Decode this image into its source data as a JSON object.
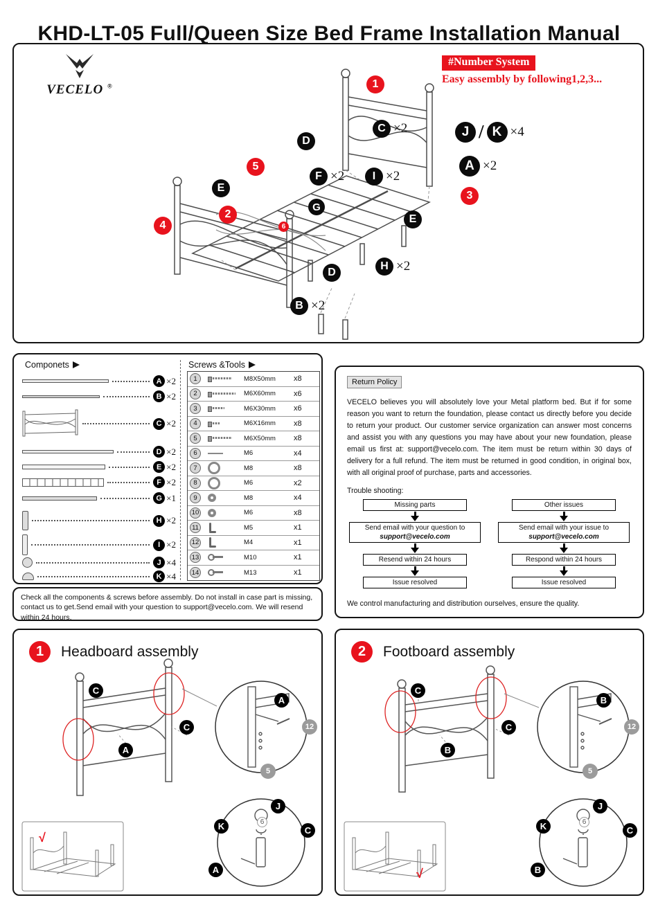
{
  "page": {
    "title": "KHD-LT-05  Full/Queen Size Bed Frame Installation Manual"
  },
  "overview": {
    "brand": "VECELO",
    "brand_reg": "®",
    "badge": "#Number System",
    "badge_sub": "Easy assembly by following1,2,3...",
    "steps": {
      "s1": "1",
      "s2": "2",
      "s3": "3",
      "s4": "4",
      "s5": "5",
      "s6": "6"
    },
    "parts": {
      "c": {
        "letter": "C",
        "qty": "×2"
      },
      "j": "J",
      "jk_sep": "/",
      "k": "K",
      "jk_qty": "×4",
      "d1": "D",
      "f": {
        "letter": "F",
        "qty": "×2"
      },
      "i": {
        "letter": "I",
        "qty": "×2"
      },
      "a": {
        "letter": "A",
        "qty": "×2"
      },
      "e1": "E",
      "g": "G",
      "e2": "E",
      "d2": "D",
      "h": {
        "letter": "H",
        "qty": "×2"
      },
      "b": {
        "letter": "B",
        "qty": "×2"
      }
    }
  },
  "components": {
    "title": "Componets",
    "items": [
      {
        "letter": "A",
        "qty": "×2"
      },
      {
        "letter": "B",
        "qty": "×2"
      },
      {
        "letter": "C",
        "qty": "×2"
      },
      {
        "letter": "D",
        "qty": "×2"
      },
      {
        "letter": "E",
        "qty": "×2"
      },
      {
        "letter": "F",
        "qty": "×2"
      },
      {
        "letter": "G",
        "qty": "×1"
      },
      {
        "letter": "H",
        "qty": "×2"
      },
      {
        "letter": "I",
        "qty": "×2"
      },
      {
        "letter": "J",
        "qty": "×4"
      },
      {
        "letter": "K",
        "qty": "×4"
      }
    ]
  },
  "screws": {
    "title": "Screws &Tools",
    "rows": [
      {
        "no": "1",
        "icon": "bolt",
        "size": "M8X50mm",
        "qty": "x8"
      },
      {
        "no": "2",
        "icon": "bolt",
        "size": "M6X60mm",
        "qty": "x6"
      },
      {
        "no": "3",
        "icon": "bolt",
        "size": "M6X30mm",
        "qty": "x6"
      },
      {
        "no": "4",
        "icon": "bolt",
        "size": "M6X16mm",
        "qty": "x8"
      },
      {
        "no": "5",
        "icon": "bolt",
        "size": "M6X50mm",
        "qty": "x8"
      },
      {
        "no": "6",
        "icon": "pin",
        "size": "M6",
        "qty": "x4"
      },
      {
        "no": "7",
        "icon": "washer",
        "size": "M8",
        "qty": "x8"
      },
      {
        "no": "8",
        "icon": "washer",
        "size": "M6",
        "qty": "x2"
      },
      {
        "no": "9",
        "icon": "nut",
        "size": "M8",
        "qty": "x4"
      },
      {
        "no": "10",
        "icon": "nut",
        "size": "M6",
        "qty": "x8"
      },
      {
        "no": "11",
        "icon": "allen-key",
        "size": "M5",
        "qty": "x1"
      },
      {
        "no": "12",
        "icon": "allen-key",
        "size": "M4",
        "qty": "x1"
      },
      {
        "no": "13",
        "icon": "wrench",
        "size": "M10",
        "qty": "x1"
      },
      {
        "no": "14",
        "icon": "wrench",
        "size": "M13",
        "qty": "x1"
      }
    ]
  },
  "note": "Check all the components & screws before assembly. Do not install in case part is missing, contact us to get.Send email with your question to support@vecelo.com. We will resend within 24 hours.",
  "return_policy": {
    "label": "Return Policy",
    "body": "VECELO believes you will absolutely love your Metal platform bed. But if for some reason you want to return the foundation, please contact us directly before you decide to return your product. Our customer service organization can answer most concerns and assist you with any questions you may have about your new foundation, please email us first at: support@vecelo.com. The item must be return within 30 days of delivery for a full refund. The item must be returned in good condition, in original box, with all original proof of purchase, parts and accessories.",
    "trouble_label": "Trouble shooting:",
    "flow_left": {
      "start": "Missing parts",
      "action1": "Send email with your question to",
      "action2": "support@vecelo.com",
      "then": "Resend within 24 hours",
      "end": "Issue resolved"
    },
    "flow_right": {
      "start": "Other issues",
      "action1": "Send email with your issue to",
      "action2": "support@vecelo.com",
      "then": "Respond within 24 hours",
      "end": "Issue resolved"
    },
    "footer": "We control manufacturing and distribution ourselves, ensure the quality."
  },
  "headboard": {
    "step": "1",
    "title": "Headboard assembly",
    "labels": {
      "c1": "C",
      "c2": "C",
      "a1": "A",
      "a_detail": "A",
      "n12": "12",
      "n5": "5",
      "j": "J",
      "k": "K",
      "c3": "C",
      "a2": "A",
      "n6": "6",
      "check": "√"
    }
  },
  "footboard": {
    "step": "2",
    "title": "Footboard assembly",
    "labels": {
      "c1": "C",
      "c2": "C",
      "b1": "B",
      "b_detail": "B",
      "n12": "12",
      "n5": "5",
      "j": "J",
      "k": "K",
      "c3": "C",
      "b2": "B",
      "n6": "6",
      "check": "√"
    }
  }
}
